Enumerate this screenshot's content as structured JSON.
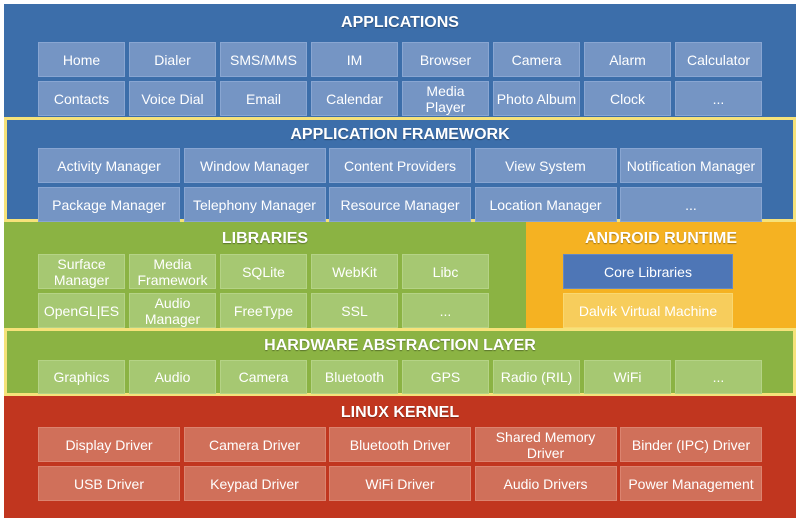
{
  "colors": {
    "applications_bg": "#3c6eaa",
    "framework_bg": "#3c6eaa",
    "libraries_bg": "#8bb343",
    "runtime_bg": "#f5b222",
    "hal_bg": "#8bb343",
    "kernel_bg": "#c1361f",
    "highlight_border": "#f6e27a"
  },
  "applications": {
    "title": "APPLICATIONS",
    "items": [
      "Home",
      "Dialer",
      "SMS/MMS",
      "IM",
      "Browser",
      "Camera",
      "Alarm",
      "Calculator",
      "Contacts",
      "Voice Dial",
      "Email",
      "Calendar",
      "Media Player",
      "Photo Album",
      "Clock",
      "..."
    ]
  },
  "framework": {
    "title": "APPLICATION FRAMEWORK",
    "items": [
      "Activity Manager",
      "Window Manager",
      "Content Providers",
      "View System",
      "Notification Manager",
      "Package Manager",
      "Telephony Manager",
      "Resource Manager",
      "Location Manager",
      "..."
    ]
  },
  "libraries": {
    "title": "LIBRARIES",
    "items": [
      "Surface\nManager",
      "Media\nFramework",
      "SQLite",
      "WebKit",
      "Libc",
      "OpenGL|ES",
      "Audio\nManager",
      "FreeType",
      "SSL",
      "..."
    ]
  },
  "runtime": {
    "title": "ANDROID RUNTIME",
    "core_libraries": "Core Libraries",
    "dalvik": "Dalvik Virtual Machine"
  },
  "hal": {
    "title": "HARDWARE ABSTRACTION LAYER",
    "items": [
      "Graphics",
      "Audio",
      "Camera",
      "Bluetooth",
      "GPS",
      "Radio (RIL)",
      "WiFi",
      "..."
    ]
  },
  "kernel": {
    "title": "LINUX KERNEL",
    "items": [
      "Display Driver",
      "Camera Driver",
      "Bluetooth Driver",
      "Shared Memory\nDriver",
      "Binder (IPC) Driver",
      "USB Driver",
      "Keypad Driver",
      "WiFi Driver",
      "Audio Drivers",
      "Power Management"
    ]
  }
}
